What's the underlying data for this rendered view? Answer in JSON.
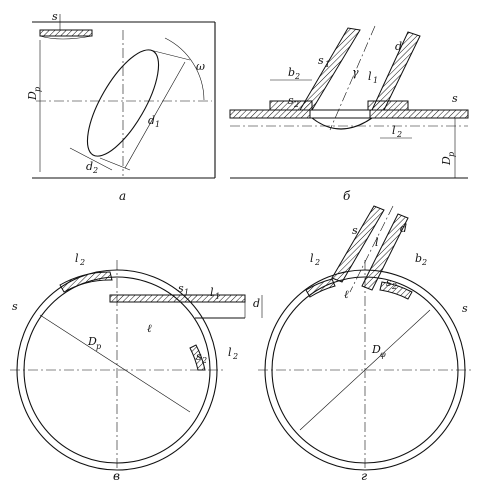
{
  "figure": {
    "panels": [
      {
        "caption": "а"
      },
      {
        "caption": "б"
      },
      {
        "caption": "в"
      },
      {
        "caption": "г"
      }
    ],
    "labels": {
      "s": "s",
      "D": "D",
      "p": "p",
      "omega": "ω",
      "d": "d",
      "one": "1",
      "two": "2",
      "b": "b",
      "l": "l",
      "gamma": "γ",
      "ell": "ℓ",
      "phi": "φ"
    }
  }
}
